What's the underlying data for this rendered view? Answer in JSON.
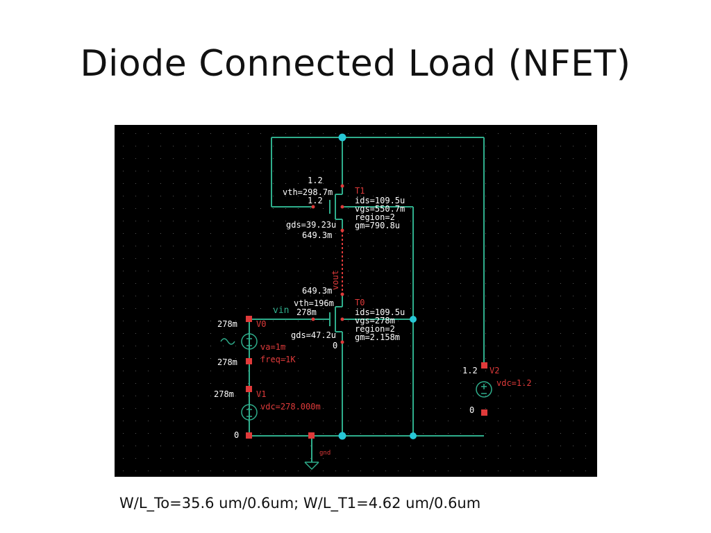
{
  "slide": {
    "title": "Diode Connected Load (NFET)",
    "caption": "W/L_To=35.6 um/0.6um; W/L_T1=4.62 um/0.6um"
  },
  "schematic": {
    "t1": {
      "name": "T1",
      "drain_v": "1.2",
      "vth": "vth=298.7m",
      "gate_v": "1.2",
      "gds": "gds=39.23u",
      "source_v": "649.3m",
      "ids": "ids=109.5u",
      "vgs": "vgs=550.7m",
      "region": "region=2",
      "gm": "gm=790.8u"
    },
    "vout_label": "vout",
    "t0": {
      "name": "T0",
      "drain_v": "649.3m",
      "vth": "vth=196m",
      "gate_v": "278m",
      "gds": "gds=47.2u",
      "source_v": "0",
      "ids": "ids=109.5u",
      "vgs": "vgs=278m",
      "region": "region=2",
      "gm": "gm=2.158m"
    },
    "vin_label": "vin",
    "v0": {
      "name": "V0",
      "top_v": "278m",
      "bottom_v": "278m",
      "va": "va=1m",
      "freq": "freq=1K"
    },
    "v1": {
      "name": "V1",
      "top_v": "278m",
      "vdc": "vdc=278.000m",
      "bottom_v": "0"
    },
    "v2": {
      "name": "V2",
      "top_v": "1.2",
      "vdc": "vdc=1.2",
      "bottom_v": "0"
    },
    "gnd_label": "gnd"
  },
  "colors": {
    "background": "#000000",
    "wire": "#2fae8c",
    "pin": "#e03a3a",
    "label": "#ffffff",
    "annotation": "#e03a3a",
    "node": "#27c7d6"
  },
  "icons": [
    "ac-source-icon",
    "dc-source-icon",
    "ground-icon",
    "nfet-icon"
  ]
}
